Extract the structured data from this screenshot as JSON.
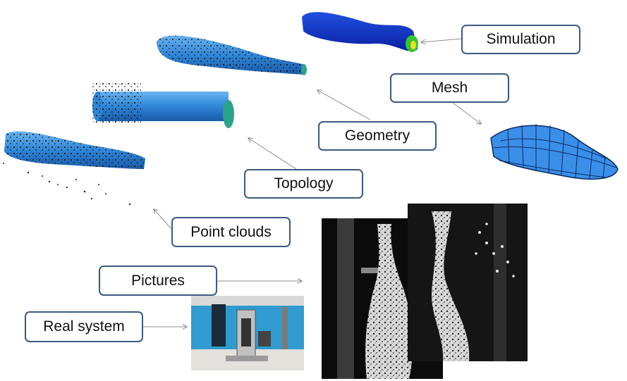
{
  "labels": {
    "simulation": "Simulation",
    "mesh": "Mesh",
    "geometry": "Geometry",
    "topology": "Topology",
    "point_clouds": "Point clouds",
    "pictures": "Pictures",
    "real_system": "Real system"
  },
  "colors": {
    "label_border": "#3b5a82",
    "arrow": "#8c8c8c",
    "model_blue": "#2f86d8",
    "simulation_blue": "#1030c8",
    "highlight_green": "#36c436"
  }
}
